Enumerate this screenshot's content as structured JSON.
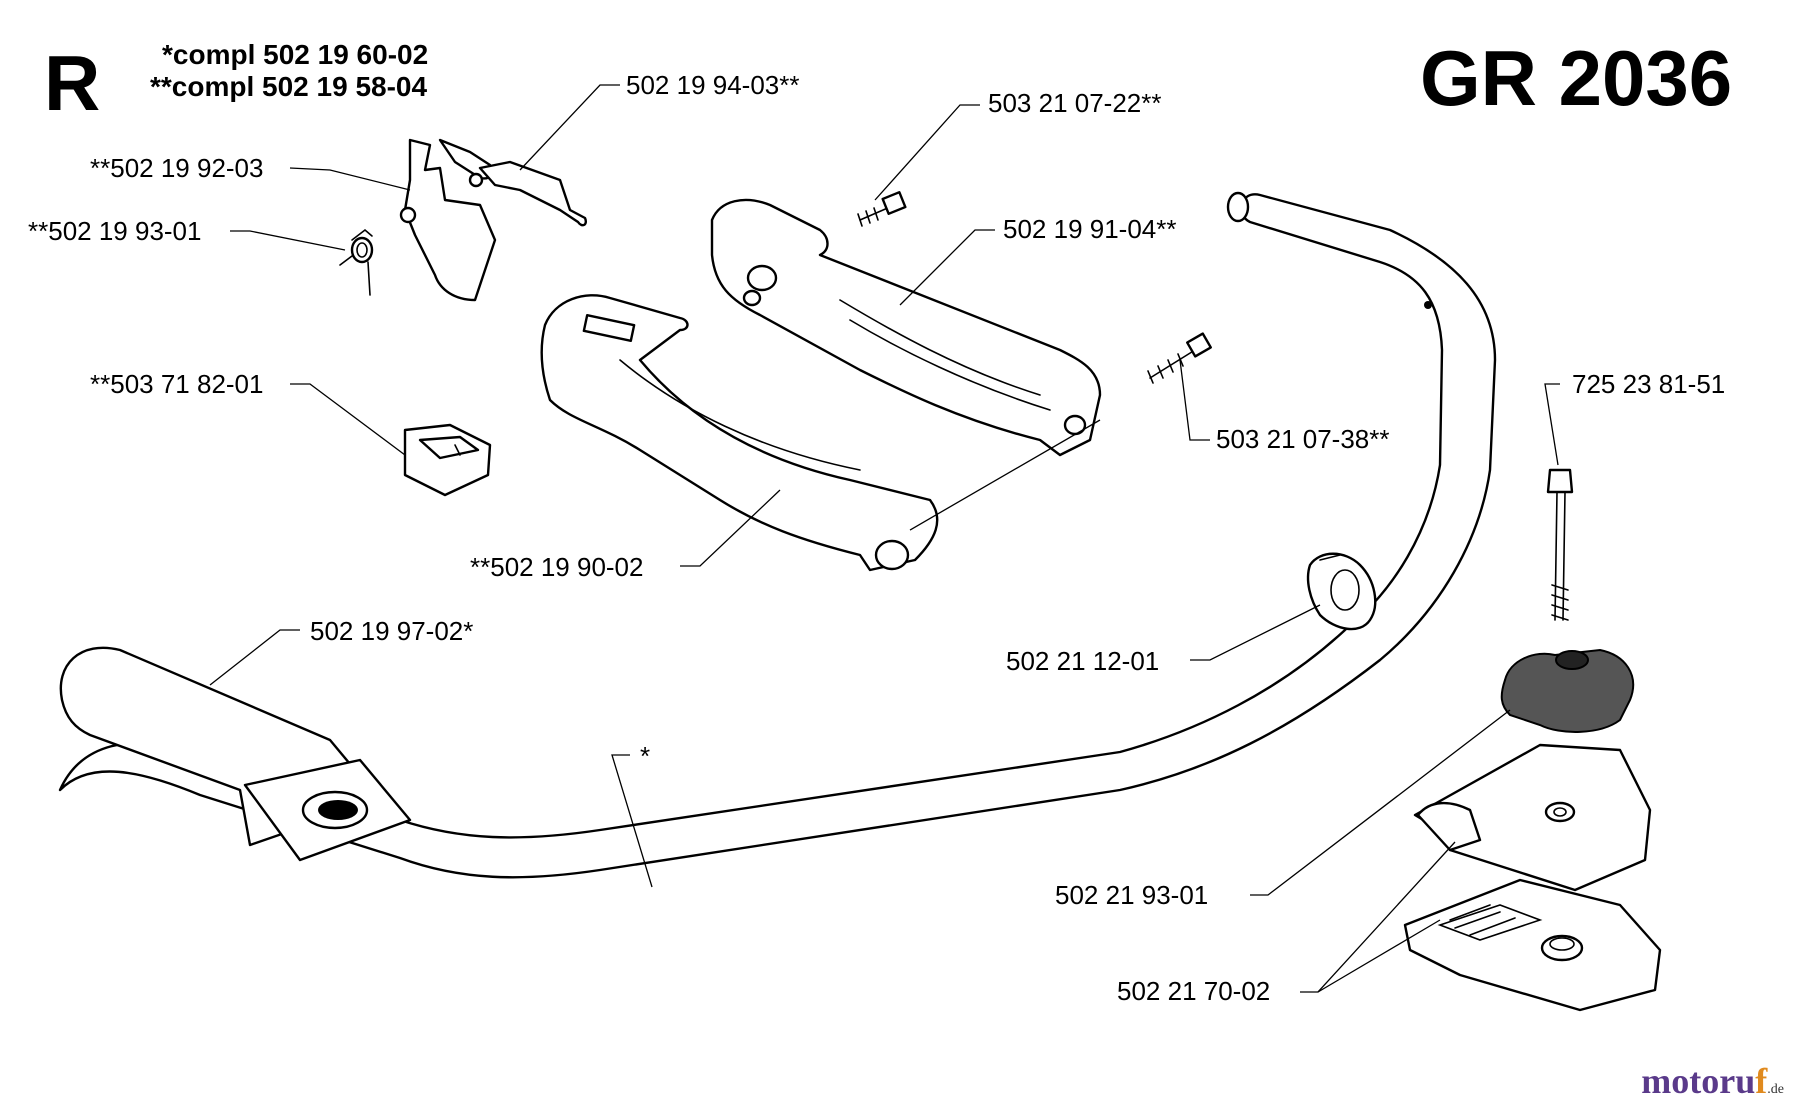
{
  "header": {
    "section_letter": "R",
    "model": "GR 2036",
    "compl_1": "*compl 502 19 60-02",
    "compl_2": "**compl 502 19 58-04"
  },
  "labels": {
    "p_502_19_94_03": "502 19 94-03**",
    "p_503_21_07_22": "503 21 07-22**",
    "p_502_19_92_03": "**502 19 92-03",
    "p_502_19_93_01": "**502 19 93-01",
    "p_502_19_91_04": "502 19 91-04**",
    "p_503_71_82_01": "**503 71 82-01",
    "p_725_23_81_51": "725 23 81-51",
    "p_503_21_07_38": "503 21 07-38**",
    "p_502_19_90_02": "**502 19 90-02",
    "p_502_21_12_01": "502 21 12-01",
    "p_502_19_97_02": "502 19 97-02*",
    "p_star": "*",
    "p_502_21_93_01": "502 21 93-01",
    "p_502_21_70_02": "502 21 70-02"
  },
  "watermark": {
    "main": "motoru",
    "accent": "f",
    "suffix": ".de"
  },
  "colors": {
    "line": "#000000",
    "background": "#ffffff",
    "watermark_main": "#5a3a8a",
    "watermark_accent": "#e08a1e"
  }
}
